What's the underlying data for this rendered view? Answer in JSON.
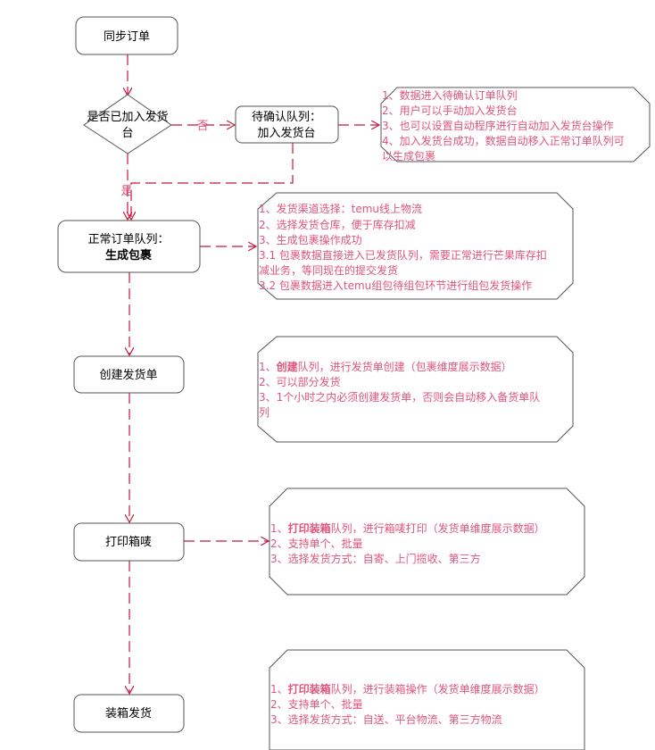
{
  "colors": {
    "line": "#c8163a",
    "note_text": "#e0557a",
    "box_border": "#555555"
  },
  "nodes": {
    "sync_orders": "同步订单",
    "decision_line1": "是否已加入发货",
    "decision_line2": "台",
    "pending_line1": "待确认队列：",
    "pending_line2": "加入发货台",
    "normal_line1": "正常订单队列：",
    "normal_line2": "生成包裹",
    "create_shipment": "创建发货单",
    "print_label": "打印箱唛",
    "pack_ship": "装箱发货"
  },
  "edge_labels": {
    "no": "否",
    "yes": "是"
  },
  "notes": {
    "pending": [
      "1、数据进入待确认订单队列",
      "2、用户可以手动加入发货台",
      "3、也可以设置自动程序进行自动加入发货台操作",
      "4、加入发货台成功，数据自动移入正常订单队列可",
      "以生成包裹"
    ],
    "normal": [
      "1、发货渠道选择：temu线上物流",
      "2、选择发货仓库，便于库存扣减",
      "3、生成包裹操作成功",
      "3.1 包裹数据直接进入已发货队列，需要正常进行芒果库存扣",
      "减业务，等同现在的提交发货",
      "3.2 包裹数据进入temu组包待组包环节进行组包发货操作"
    ],
    "create": {
      "l1_prefix": "1、",
      "l1_bold": "创建",
      "l1_rest": "队列，进行发货单创建（包裹维度展示数据）",
      "l2": "2、可以部分发货",
      "l3": "3、1个小时之内必须创建发货单，否则会自动移入备货单队",
      "l4": "列"
    },
    "print": {
      "l1_prefix": "1、",
      "l1_bold": "打印装箱",
      "l1_rest": "队列，进行箱唛打印（发货单维度展示数据）",
      "l2": "2、支持单个、批量",
      "l3": "3、选择发货方式：自寄、上门揽收、第三方"
    },
    "pack": {
      "l1_prefix": "1、",
      "l1_bold": "打印装箱",
      "l1_rest": "队列，进行装箱操作（发货单维度展示数据）",
      "l2": "2、支持单个、批量",
      "l3": "3、选择发货方式：自送、平台物流、第三方物流"
    }
  }
}
